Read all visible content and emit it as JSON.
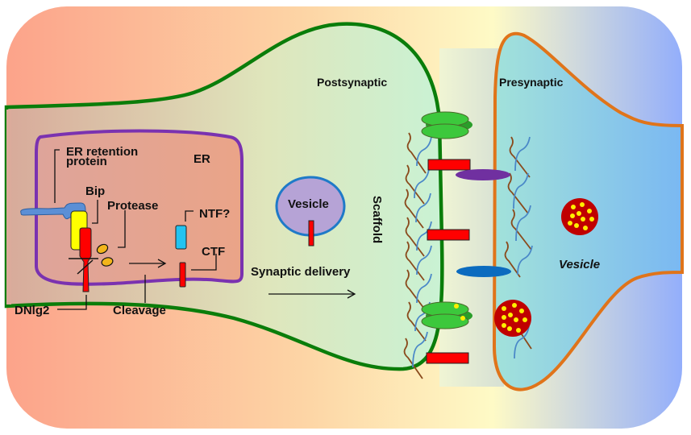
{
  "diagram": {
    "title": "DNlg2 ER retention, cleavage and synaptic delivery",
    "colors": {
      "bg_left": "#fca38a",
      "bg_mid": "#fefac6",
      "bg_right": "#93aefb",
      "postsynaptic_membrane": "#0a7d0a",
      "presynaptic_membrane": "#e0741a",
      "er_membrane": "#7a32b0",
      "dnlg2": "#ff0000",
      "bip": "#ffff00",
      "er_retention_protein": "#5b8fd6",
      "ntf": "#22c3f0",
      "vesicle_fill": "#b6a3d6",
      "vesicle_border": "#1f7ac8",
      "dense_vesicle": "#c00000",
      "dense_vesicle_dots": "#ffee00",
      "receptor": "#3cc83c",
      "adhesion_purple": "#7030a0",
      "adhesion_blue": "#0b6bbf"
    },
    "labels": {
      "er_retention_protein_line1": "ER retention",
      "er_retention_protein_line2": "protein",
      "er": "ER",
      "bip": "Bip",
      "protease": "Protease",
      "ntf": "NTF?",
      "ctf": "CTF",
      "dnlg2": "DNlg2",
      "cleavage": "Cleavage",
      "vesicle": "Vesicle",
      "synaptic_delivery": "Synaptic delivery",
      "scaffold": "Scaffold",
      "postsynaptic": "Postsynaptic",
      "presynaptic": "Presynaptic",
      "presynaptic_vesicle": "Vesicle"
    }
  }
}
